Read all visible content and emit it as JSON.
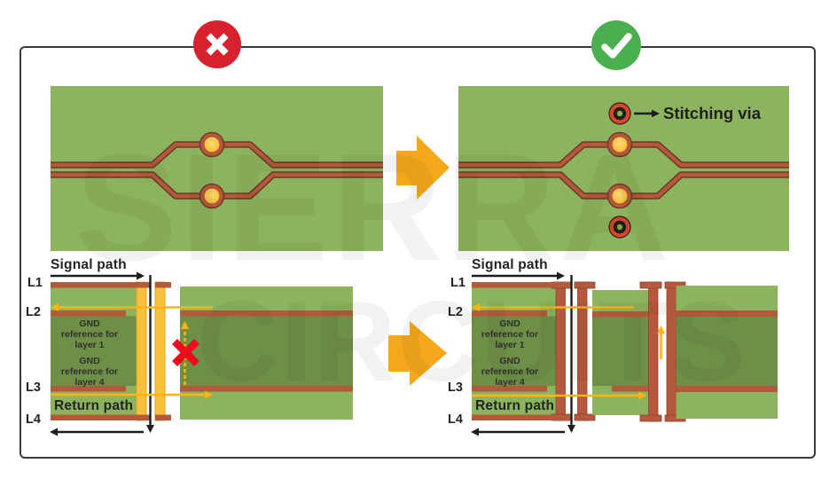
{
  "watermark": {
    "top": "SIERRA",
    "bottom": "CIRCUITS"
  },
  "icons": {
    "wrong": "x-circle-icon",
    "correct": "check-circle-icon",
    "stitching_via_pointer": "right-arrow-icon",
    "signal_flow": "black-arrow",
    "return_flow": "yellow-arrow",
    "blocked_return": "red-x-icon"
  },
  "annotations": {
    "stitching_via": "Stitching via",
    "signal_path": "Signal path",
    "return_path": "Return path",
    "gnd_ref_layer1": "GND\nreference for\nlayer 1",
    "gnd_ref_layer4": "GND\nreference for\nlayer 4",
    "layers": [
      "L1",
      "L2",
      "L3",
      "L4"
    ]
  },
  "colors": {
    "board_green": "#8CB45E",
    "gnd_green": "#6E8F46",
    "copper": "#B4593C",
    "copper_dark": "#713C28",
    "via_yellow": "#F8C13C",
    "ret_yellow": "#FFB414",
    "block_orange": "#F5A81C",
    "badge_red": "#D7212E",
    "badge_green": "#4BAE4F",
    "error_red": "#EB0C1C",
    "stitch_red": "#D8482B"
  }
}
